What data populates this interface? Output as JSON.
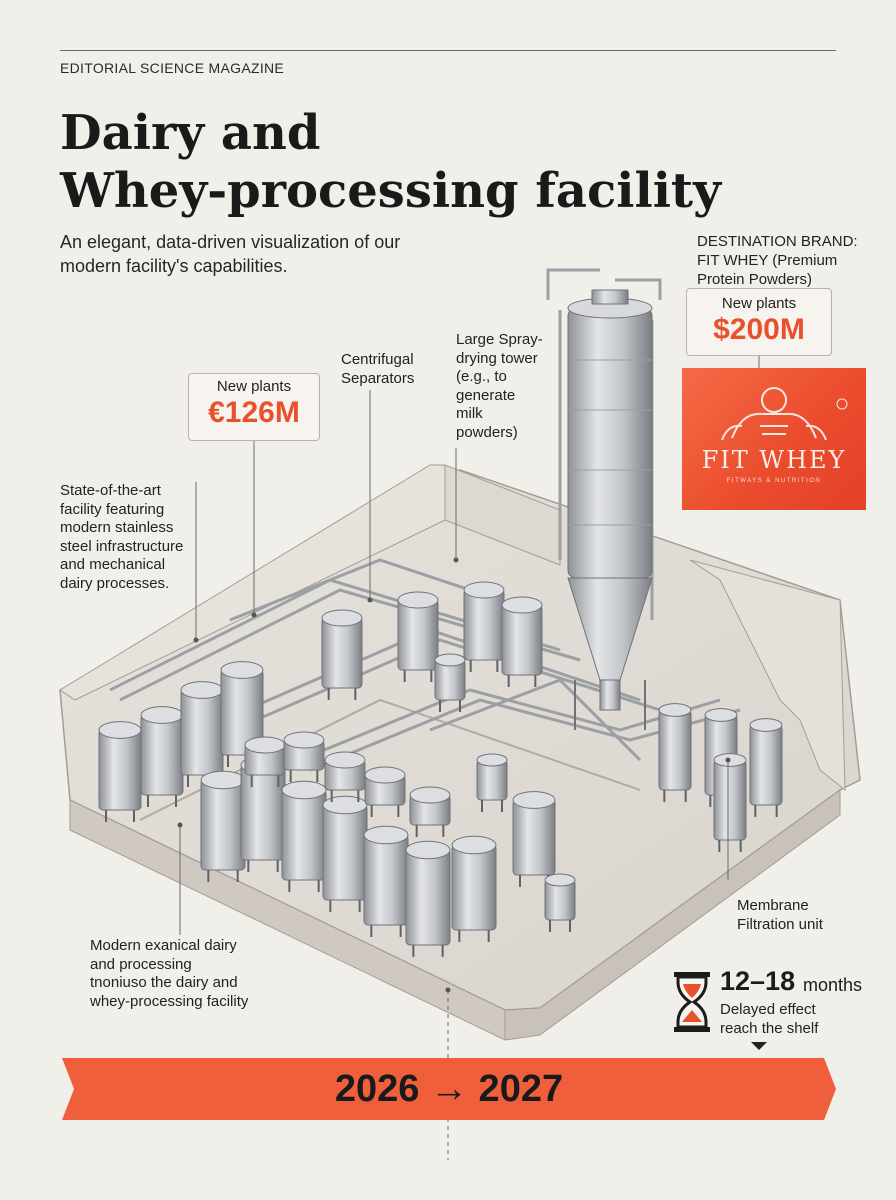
{
  "masthead": "EDITORIAL SCIENCE MAGAZINE",
  "title_line1": "Dairy and",
  "title_line2": "Whey-processing facility",
  "subtitle_line1": "An elegant, data-driven visualization of our",
  "subtitle_line2": "modern facility's capabilities.",
  "destination": {
    "line1": "DESTINATION BRAND:",
    "line2": "FIT WHEY (Premium",
    "line3": "Protein Powders)"
  },
  "callout_left": {
    "label": "New plants",
    "value": "€126M"
  },
  "callout_right": {
    "label": "New plants",
    "value": "$200M"
  },
  "brand_logo": {
    "wordmark": "FIT WHEY",
    "tagline": "FITWAYS & NUTRITION"
  },
  "labels": {
    "centrifugal": [
      "Centrifugal",
      "Separators"
    ],
    "spray": [
      "Large Spray-",
      "drying tower",
      "(e.g., to",
      "generate",
      "milk",
      "powders)"
    ],
    "facility": [
      "State-of-the-art",
      "facility featuring",
      "modern stainless",
      "steel infrastructure",
      "and mechanical",
      "dairy processes."
    ],
    "membrane": [
      "Membrane",
      "Filtration unit"
    ],
    "modern": [
      "Modern exanical dairy",
      "and processing",
      "tnoniuso the dairy and",
      "whey-processing facility"
    ]
  },
  "timing": {
    "months": "12–18",
    "unit": "months",
    "line1": "Delayed effect",
    "line2": "reach the shelf"
  },
  "timeline": "2026 → 2027",
  "colors": {
    "accent": "#e8502e",
    "ribbon": "#ef5f3c",
    "background": "#f1efe9"
  },
  "icons": [
    "hourglass-icon",
    "muscleman-logo-icon"
  ]
}
